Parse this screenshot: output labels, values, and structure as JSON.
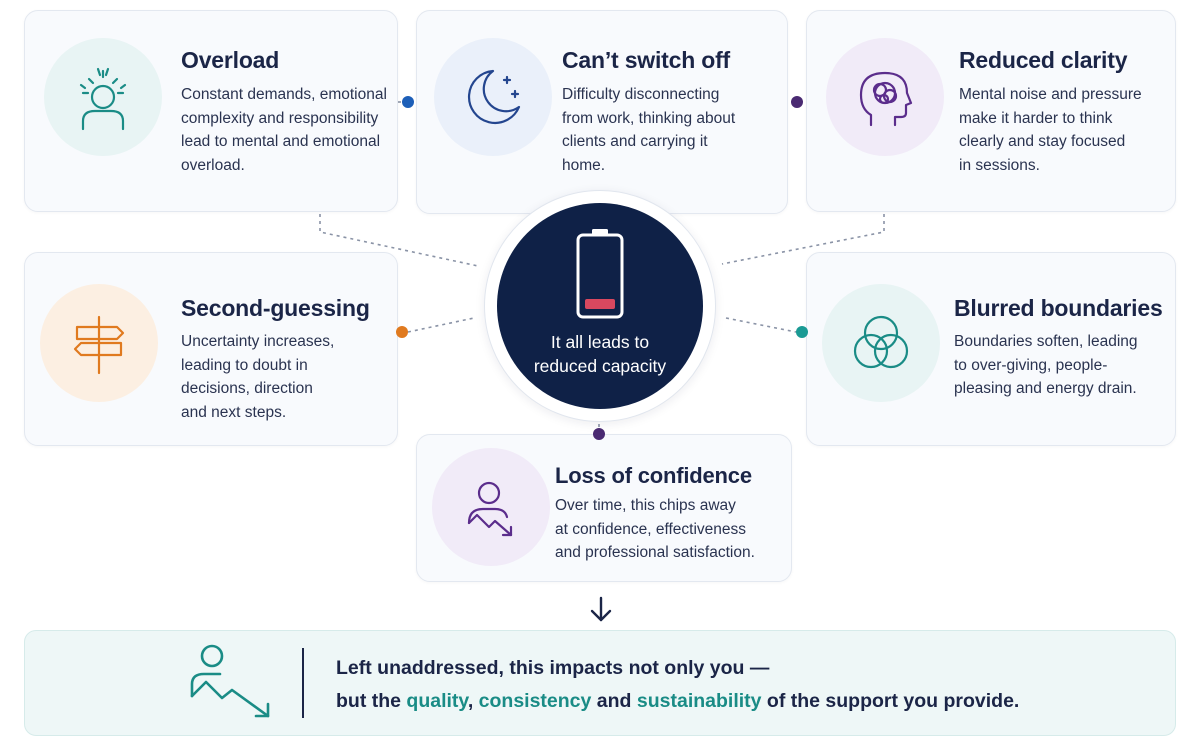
{
  "hub": {
    "label": "It all leads to\nreduced capacity",
    "icon": "battery-low-icon"
  },
  "cards": {
    "overload": {
      "title": "Overload",
      "body": "Constant demands, emotional\ncomplexity and responsibility\nlead to mental and emotional\noverload.",
      "icon": "stressed-person-icon",
      "accent": "#1a8c86",
      "dot_color": "#1d5fb8"
    },
    "switch_off": {
      "title": "Can’t switch off",
      "body": "Difficulty disconnecting\nfrom work, thinking about\nclients and carrying it\nhome.",
      "icon": "moon-stars-icon",
      "accent": "#24468f"
    },
    "clarity": {
      "title": "Reduced clarity",
      "body": "Mental noise and pressure\nmake it harder to think\nclearly and stay focused\nin sessions.",
      "icon": "tangled-head-icon",
      "accent": "#5b2d8c",
      "dot_color": "#4a2a72"
    },
    "second_guessing": {
      "title": "Second-guessing",
      "body": "Uncertainty increases,\nleading to doubt in\ndecisions, direction\nand next steps.",
      "icon": "signpost-icon",
      "accent": "#e07a1f",
      "dot_color": "#e07a1f"
    },
    "boundaries": {
      "title": "Blurred boundaries",
      "body": "Boundaries soften, leading\nto over-giving, people-\npleasing and energy drain.",
      "icon": "overlapping-circles-icon",
      "accent": "#1a8c86",
      "dot_color": "#1a9a94"
    },
    "confidence": {
      "title": "Loss of confidence",
      "body": "Over time, this chips away\nat confidence, effectiveness\nand professional satisfaction.",
      "icon": "person-declining-arrow-icon",
      "accent": "#5b2d8c",
      "dot_color": "#4a2a72"
    }
  },
  "footer": {
    "line1": "Left unaddressed, this impacts not only you —",
    "line2_a": "but the ",
    "quality": "quality",
    "sep1": ", ",
    "consistency": "consistency",
    "line2_b": " and ",
    "sustainability": "sustainability",
    "line2_c": " of the support you provide.",
    "icon": "person-declining-arrow-icon",
    "accent": "#1a8c86"
  },
  "colors": {
    "navy": "#0f2147",
    "teal": "#1a8c86",
    "orange": "#e07a1f",
    "purple": "#5b2d8c",
    "battery_low": "#d9485f"
  }
}
